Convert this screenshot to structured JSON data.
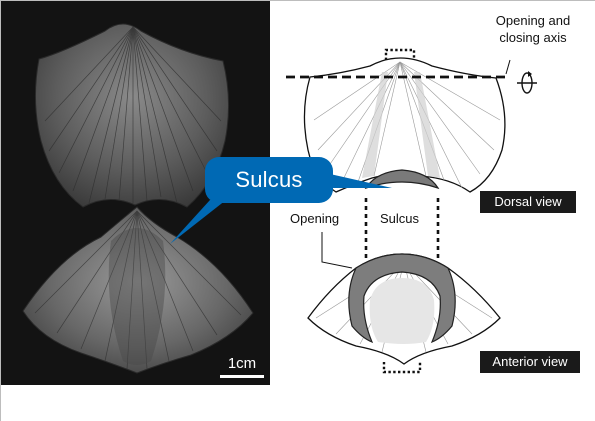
{
  "callout": {
    "label": "Sulcus",
    "color": "#0069b4"
  },
  "labels": {
    "opening_axis": "Opening and closing axis",
    "opening": "Opening",
    "sulcus": "Sulcus"
  },
  "views": {
    "dorsal": "Dorsal view",
    "anterior": "Anterior view"
  },
  "scale": {
    "label": "1cm"
  }
}
